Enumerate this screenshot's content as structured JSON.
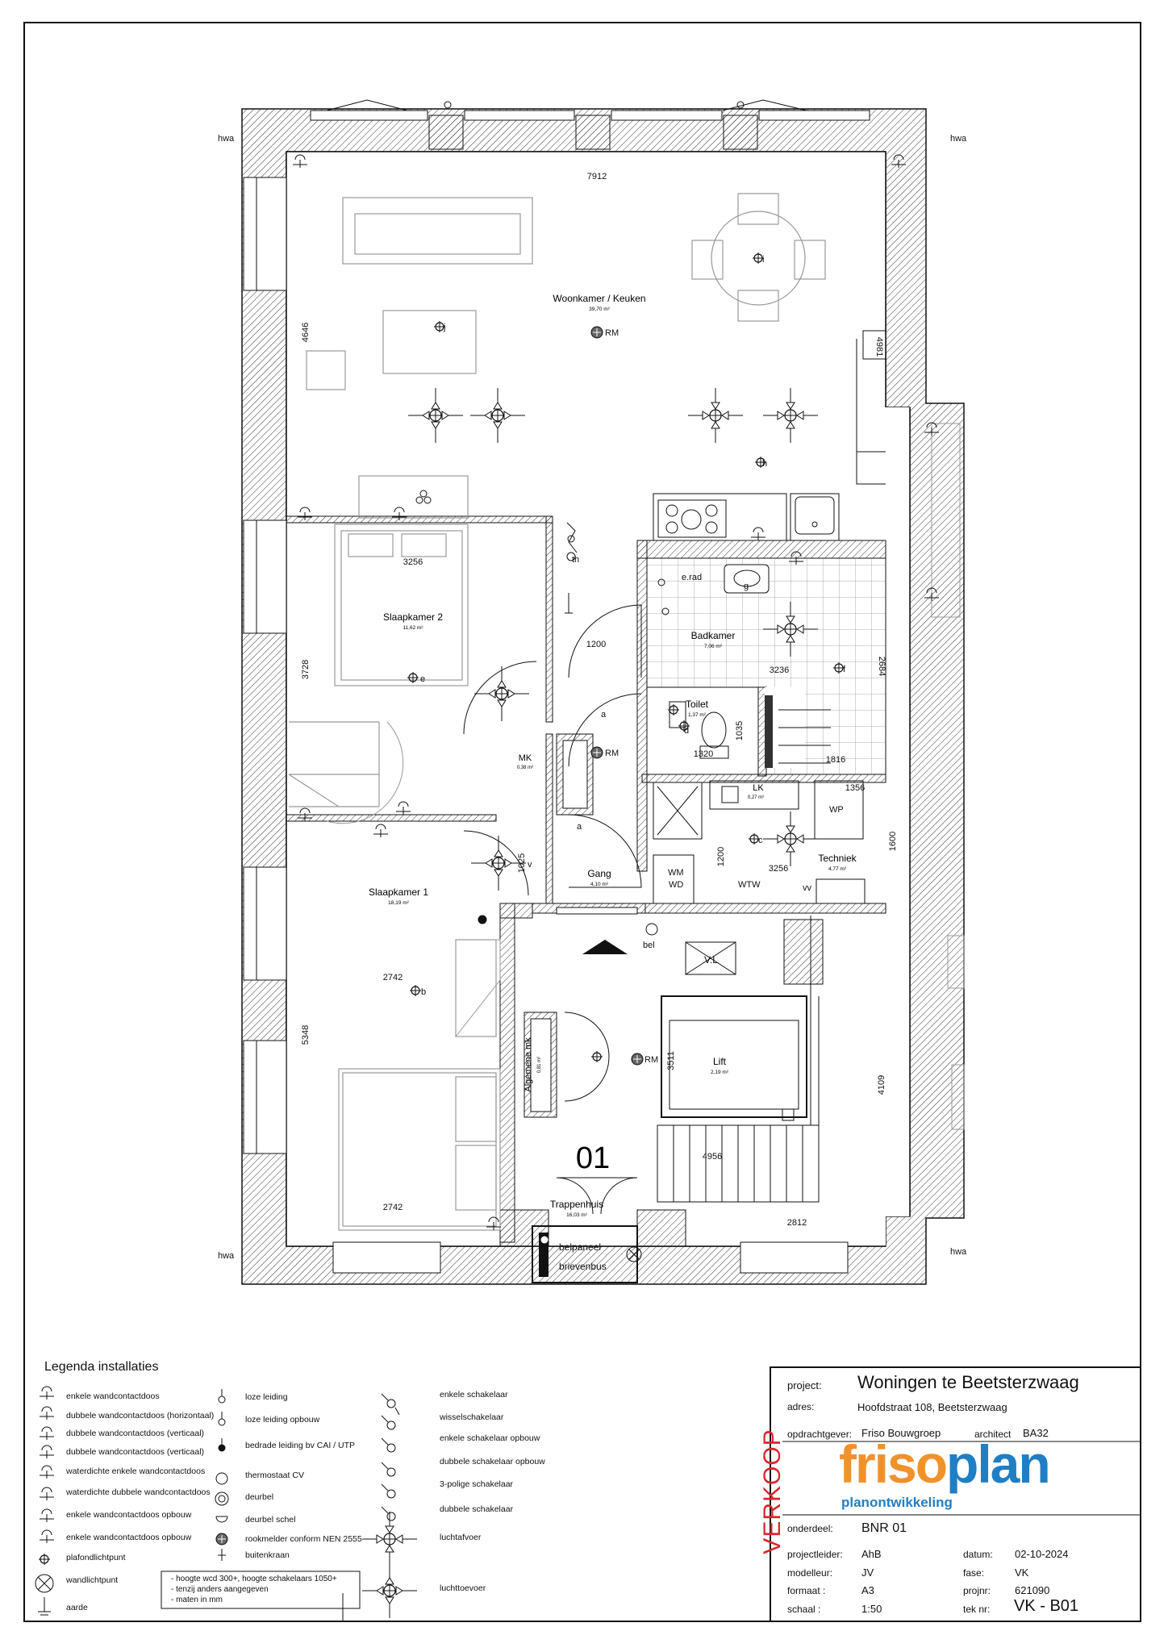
{
  "rooms": {
    "woonkamer": {
      "name": "Woonkamer / Keuken",
      "area": "39,70 m²"
    },
    "slaapkamer2": {
      "name": "Slaapkamer 2",
      "area": "11,62 m²"
    },
    "slaapkamer1": {
      "name": "Slaapkamer 1",
      "area": "18,19 m²"
    },
    "badkamer": {
      "name": "Badkamer",
      "area": "7,06 m²"
    },
    "toilet": {
      "name": "Toilet",
      "area": "1,37 m²"
    },
    "gang": {
      "name": "Gang",
      "area": "4,10 m²"
    },
    "techniek": {
      "name": "Techniek",
      "area": "4,77 m²"
    },
    "lift": {
      "name": "Lift",
      "area": "2,19 m²"
    },
    "trappenhuis": {
      "name": "Trappenhuis",
      "area": "16,03 m²"
    },
    "mk": {
      "name": "MK",
      "area": "0,38 m²"
    },
    "lk": {
      "name": "LK",
      "area": "0,27 m²"
    },
    "algemene_mk": {
      "name": "Algemene mk",
      "area": "0,81 m²"
    }
  },
  "dims": {
    "d7912": "7912",
    "d4646": "4646",
    "d4981": "4981",
    "d3256a": "3256",
    "d3728": "3728",
    "d1200a": "1200",
    "d3236": "3236",
    "d2684": "2684",
    "d1035": "1035",
    "d1320": "1320",
    "d1816": "1816",
    "d1356": "1356",
    "d1025": "1025",
    "d1200b": "1200",
    "d3256b": "3256",
    "d1600": "1600",
    "d2742a": "2742",
    "d5348": "5348",
    "d2742b": "2742",
    "d3511": "3511",
    "d4109": "4109",
    "d4956": "4956",
    "d2812": "2812"
  },
  "labels": {
    "hwa": "hwa",
    "rm": "RM",
    "wp": "WP",
    "wm": "WM",
    "wd": "WD",
    "wtw": "WTW",
    "vl": "V.L",
    "bel": "bel",
    "belpaneel": "belpaneel",
    "brievenbus": "brievenbus",
    "unit": "01",
    "erad": "e.rad",
    "vv": "vv",
    "v": "v",
    "th": "th",
    "la": "a",
    "lb": "b",
    "lc": "c",
    "ld": "d",
    "le": "e",
    "lf": "f",
    "lg": "g",
    "lh": "h",
    "li": "i",
    "lj": "j"
  },
  "legend": {
    "title": "Legenda installaties",
    "col1": [
      "enkele wandcontactdoos",
      "dubbele wandcontactdoos (horizontaal)",
      "dubbele wandcontactdoos (verticaal)",
      "dubbele wandcontactdoos (verticaal)",
      "waterdichte enkele wandcontactdoos",
      "waterdichte dubbele wandcontactdoos",
      "enkele wandcontactdoos opbouw",
      "enkele wandcontactdoos opbouw",
      "plafondlichtpunt",
      "wandlichtpunt",
      "aarde"
    ],
    "col2": [
      "loze leiding",
      "loze leiding opbouw",
      "bedrade leiding bv CAI / UTP",
      "thermostaat CV",
      "deurbel",
      "deurbel schel",
      "rookmelder conform NEN 2555",
      "buitenkraan"
    ],
    "col3": [
      "enkele schakelaar",
      "wisselschakelaar",
      "enkele schakelaar opbouw",
      "dubbele schakelaar opbouw",
      "3-polige schakelaar",
      "dubbele schakelaar",
      "luchtafvoer",
      "luchttoevoer"
    ],
    "notes": [
      "- hoogte wcd 300+, hoogte schakelaars 1050+",
      "- tenzij anders aangegeven",
      "- maten in mm"
    ]
  },
  "title_block": {
    "status": "VERKOOP",
    "project_label": "project:",
    "project_value": "Woningen te Beetsterzwaag",
    "adres_label": "adres:",
    "adres_value": "Hoofdstraat 108, Beetsterzwaag",
    "opdrachtgever_label": "opdrachtgever:",
    "opdrachtgever_value": "Friso Bouwgroep",
    "architect_label": "architect",
    "architect_value": "BA32",
    "logo_part1": "friso",
    "logo_part2": "plan",
    "logo_sub": "planontwikkeling",
    "onderdeel_label": "onderdeel:",
    "onderdeel_value": "BNR 01",
    "projectleider_label": "projectleider:",
    "projectleider_value": "AhB",
    "modelleur_label": "modelleur:",
    "modelleur_value": "JV",
    "formaat_label": "formaat :",
    "formaat_value": "A3",
    "schaal_label": "schaal :",
    "schaal_value": "1:50",
    "datum_label": "datum:",
    "datum_value": "02-10-2024",
    "fase_label": "fase:",
    "fase_value": "VK",
    "projnr_label": "projnr:",
    "projnr_value": "621090",
    "teknr_label": "tek nr:",
    "teknr_value": "VK - B01"
  },
  "colors": {
    "line": "#111111",
    "light": "#8a8a8a",
    "logo_orange": "#f0922c",
    "logo_blue": "#1f7fc4",
    "status_red": "#d9262c"
  }
}
